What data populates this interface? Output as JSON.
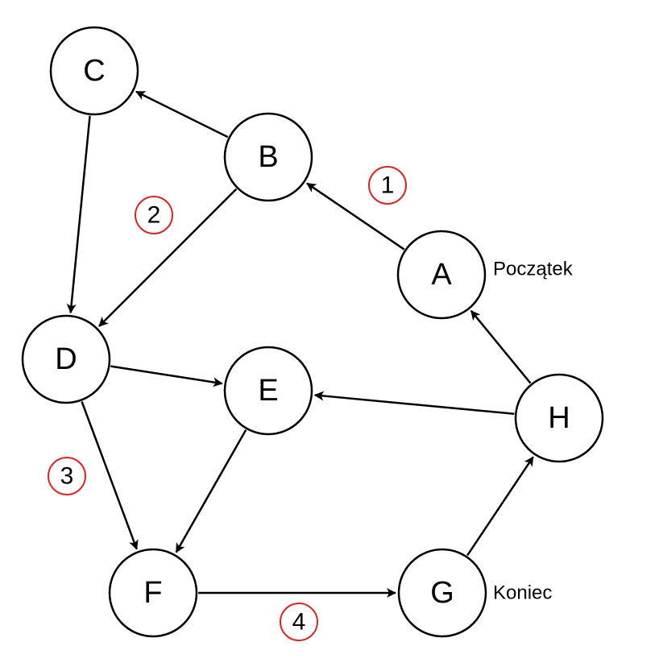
{
  "nodes": [
    {
      "id": "A",
      "label": "A"
    },
    {
      "id": "B",
      "label": "B"
    },
    {
      "id": "C",
      "label": "C"
    },
    {
      "id": "D",
      "label": "D"
    },
    {
      "id": "E",
      "label": "E"
    },
    {
      "id": "F",
      "label": "F"
    },
    {
      "id": "G",
      "label": "G"
    },
    {
      "id": "H",
      "label": "H"
    }
  ],
  "edges": [
    {
      "from": "B",
      "to": "C"
    },
    {
      "from": "C",
      "to": "D"
    },
    {
      "from": "B",
      "to": "D"
    },
    {
      "from": "A",
      "to": "B"
    },
    {
      "from": "H",
      "to": "A"
    },
    {
      "from": "H",
      "to": "E"
    },
    {
      "from": "D",
      "to": "E"
    },
    {
      "from": "D",
      "to": "F"
    },
    {
      "from": "E",
      "to": "F"
    },
    {
      "from": "F",
      "to": "G"
    },
    {
      "from": "G",
      "to": "H"
    }
  ],
  "steps": [
    {
      "label": "1"
    },
    {
      "label": "2"
    },
    {
      "label": "3"
    },
    {
      "label": "4"
    }
  ],
  "annotations": {
    "start": "Początek",
    "end": "Koniec"
  },
  "colors": {
    "node_stroke": "#000000",
    "step_circle": "#d62728"
  }
}
